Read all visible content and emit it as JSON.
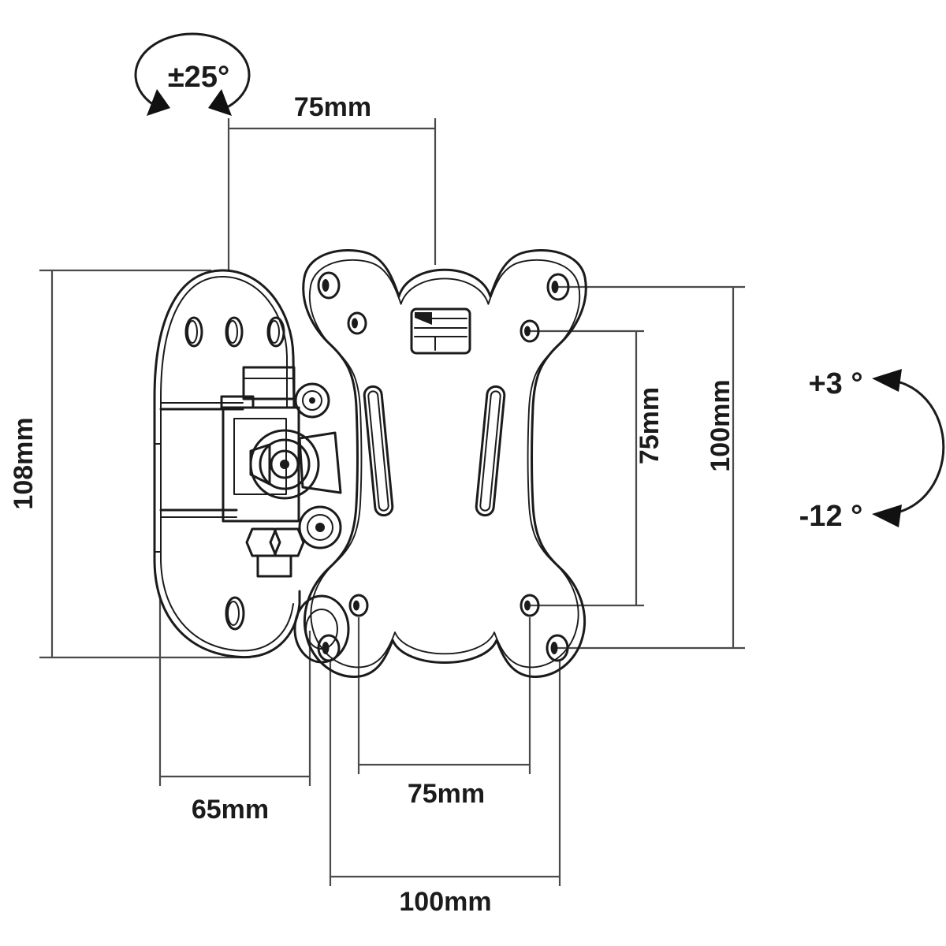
{
  "drawing": {
    "subject": "tilt-and-swivel monitor wall mount bracket technical drawing",
    "colors": {
      "outline": "#1b1b1b",
      "dimension": "#4a4a4a",
      "background": "#ffffff"
    },
    "annotations": {
      "swivel": "±25°",
      "tilt_up": "+3 °",
      "tilt_down": "-12 °"
    },
    "dimensions": {
      "top_width": "75mm",
      "left_height": "108mm",
      "right_inner_height": "75mm",
      "right_outer_height": "100mm",
      "bottom_arm_offset": "65mm",
      "bottom_inner_width": "75mm",
      "bottom_outer_width": "100mm"
    }
  }
}
